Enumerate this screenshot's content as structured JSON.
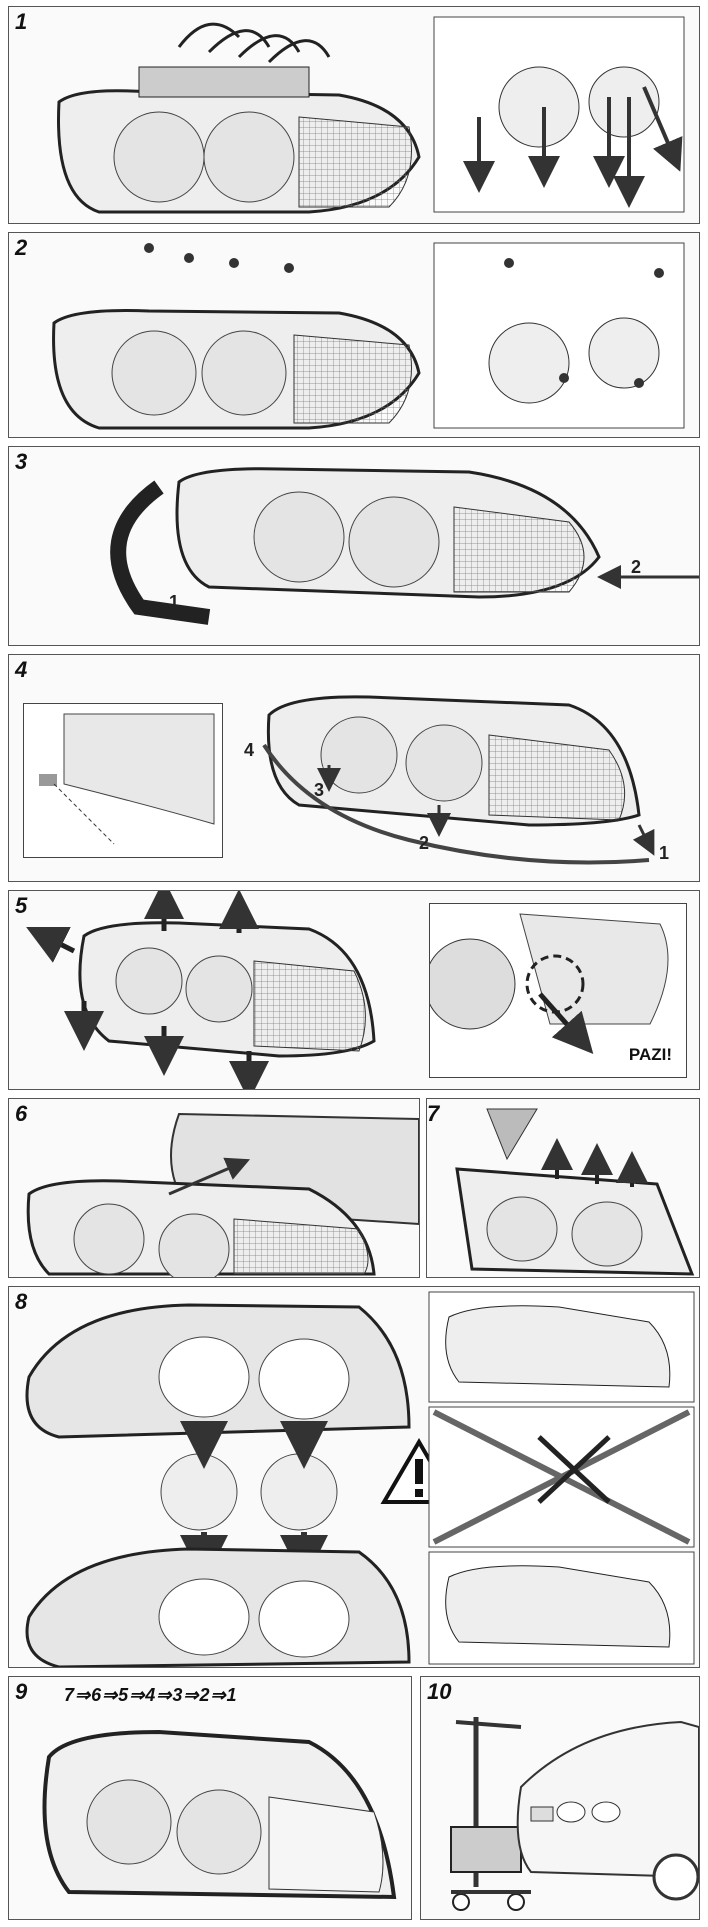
{
  "steps": [
    {
      "number": "1"
    },
    {
      "number": "2"
    },
    {
      "number": "3",
      "labels": [
        "1",
        "2"
      ]
    },
    {
      "number": "4",
      "labels": [
        "4",
        "3",
        "2",
        "1"
      ]
    },
    {
      "number": "5",
      "warning": "PAZI!"
    },
    {
      "number": "6"
    },
    {
      "number": "7"
    },
    {
      "number": "8"
    },
    {
      "number": "9",
      "sequence": "7⇒6⇒5⇒4⇒3⇒2⇒1"
    },
    {
      "number": "10"
    }
  ],
  "icons": {
    "warning": "warning-triangle-icon",
    "arrow": "arrow-icon"
  },
  "colors": {
    "line": "#222222",
    "panel_bg": "#fafafa",
    "lens": "#e6e6e6",
    "grid": "#777777",
    "arrow": "#333333"
  }
}
